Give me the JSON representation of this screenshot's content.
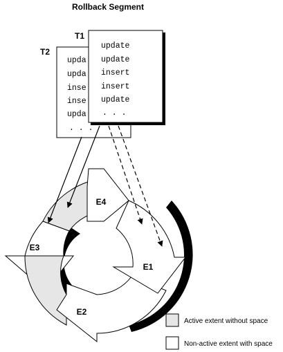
{
  "title": "Rollback Segment",
  "t1": {
    "label": "T1",
    "rows": [
      "update",
      "update",
      "insert",
      "insert",
      "update",
      ". . ."
    ]
  },
  "t2": {
    "label": "T2",
    "rows": [
      "upda",
      "upda",
      "inse",
      "inse",
      "upda",
      ". . ."
    ]
  },
  "extents": {
    "e1": "E1",
    "e2": "E2",
    "e3": "E3",
    "e4": "E4"
  },
  "legend": {
    "active": "Active extent without space",
    "nonactive": "Non-active extent with space"
  },
  "colors": {
    "active_fill": "#e6e6e6",
    "nonactive_fill": "#ffffff",
    "ink": "#000000"
  }
}
